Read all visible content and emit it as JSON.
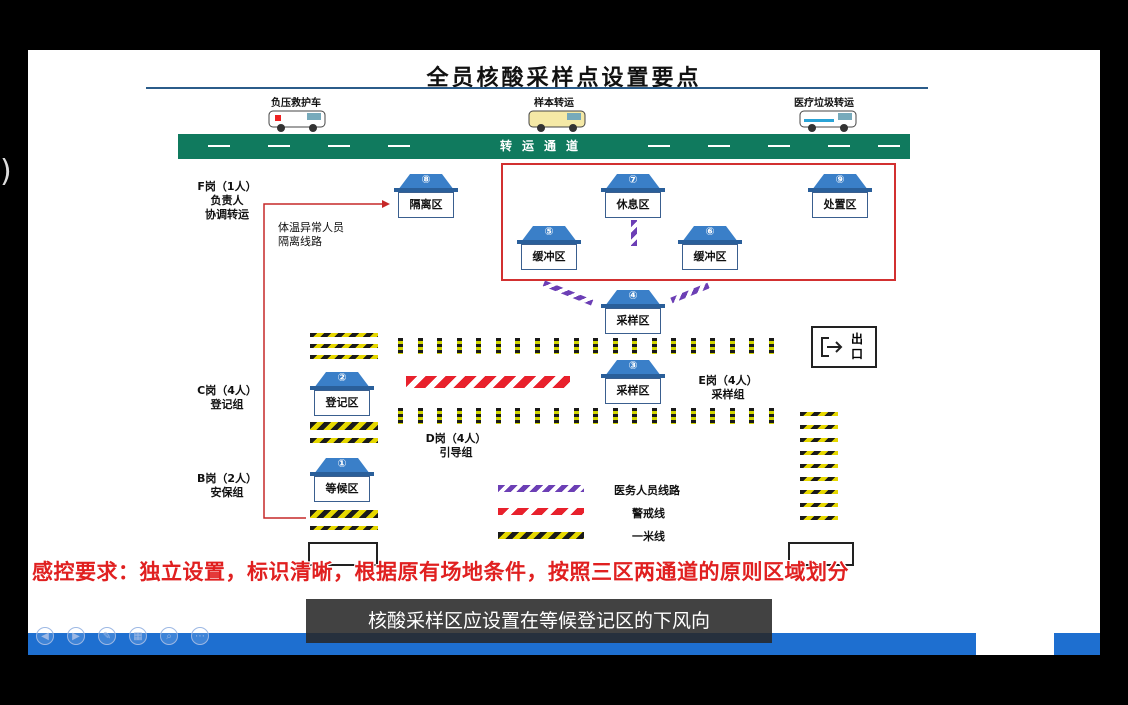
{
  "slide": {
    "title": "全员核酸采样点设置要点",
    "road_label": "转运通道",
    "vehicles": [
      {
        "label": "负压救护车"
      },
      {
        "label": "样本转运"
      },
      {
        "label": "医疗垃圾转运"
      }
    ],
    "posts": {
      "f": {
        "l1": "F岗（1人）",
        "l2": "负责人",
        "l3": "协调转运"
      },
      "c": {
        "l1": "C岗（4人）",
        "l2": "登记组"
      },
      "b": {
        "l1": "B岗（2人）",
        "l2": "安保组"
      },
      "d": {
        "l1": "D岗（4人）",
        "l2": "引导组"
      },
      "e": {
        "l1": "E岗（4人）",
        "l2": "采样组"
      }
    },
    "isolation_route": {
      "l1": "体温异常人员",
      "l2": "隔离线路"
    },
    "tents": [
      {
        "num": "⑧",
        "label": "隔离区"
      },
      {
        "num": "⑦",
        "label": "休息区"
      },
      {
        "num": "⑨",
        "label": "处置区"
      },
      {
        "num": "⑤",
        "label": "缓冲区"
      },
      {
        "num": "⑥",
        "label": "缓冲区"
      },
      {
        "num": "④",
        "label": "采样区"
      },
      {
        "num": "③",
        "label": "采样区"
      },
      {
        "num": "②",
        "label": "登记区"
      },
      {
        "num": "①",
        "label": "等候区"
      }
    ],
    "exit_label": "出口",
    "legend": [
      {
        "label": "医务人员线路",
        "color": "#6c3fb5"
      },
      {
        "label": "警戒线",
        "color": "#e8212c"
      },
      {
        "label": "一米线",
        "color": "#e6d800"
      }
    ],
    "caption_red": "感控要求：独立设置，标识清晰，根据原有场地条件，按照三区两通道的原则区域划分"
  },
  "subtitle": "核酸采样区应设置在等候登记区的下风向",
  "controls": [
    {
      "icon": "prev-icon",
      "glyph": "◀"
    },
    {
      "icon": "next-icon",
      "glyph": "▶"
    },
    {
      "icon": "pen-icon",
      "glyph": "✎"
    },
    {
      "icon": "slides-icon",
      "glyph": "▦"
    },
    {
      "icon": "zoom-icon",
      "glyph": "⌕"
    },
    {
      "icon": "more-icon",
      "glyph": "⋯"
    }
  ],
  "colors": {
    "road": "#107a5e",
    "tent_roof": "#3a7fc8",
    "alert_red": "#d23030",
    "bottom_bar": "#1e6fd0"
  }
}
